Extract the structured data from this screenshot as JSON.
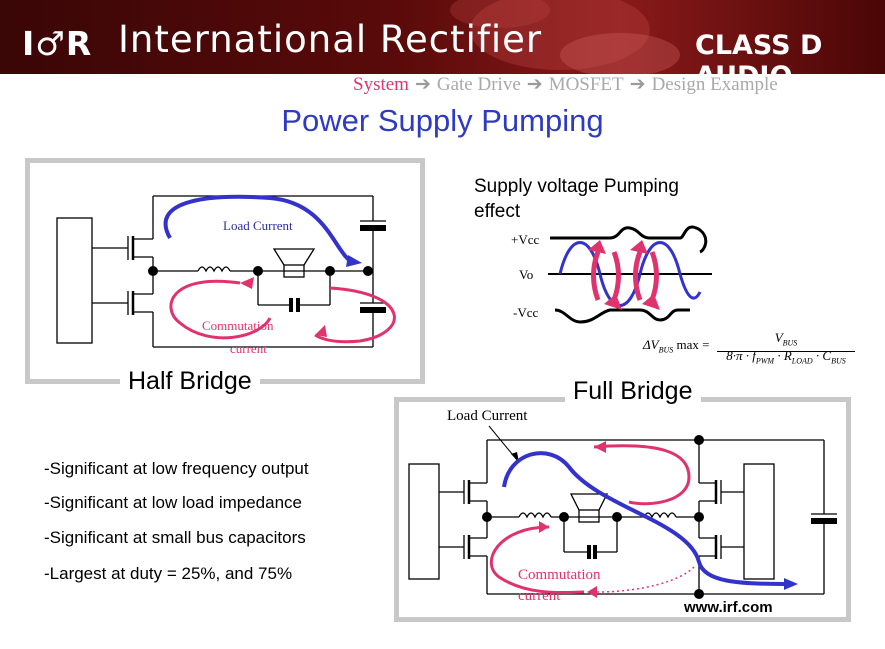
{
  "header": {
    "logo": "I♂R",
    "company": "International Rectifier",
    "badge": "CLASS D AUDIO"
  },
  "breadcrumb": {
    "items": [
      "System",
      "Gate Drive",
      "MOSFET",
      "Design Example"
    ],
    "arrow": "➔"
  },
  "title": "Power Supply Pumping",
  "half_bridge": {
    "label": "Half Bridge",
    "load_current": "Load Current",
    "commutation_line1": "Commutation",
    "commutation_line2": "current"
  },
  "full_bridge": {
    "label": "Full Bridge",
    "load_current": "Load Current",
    "commutation_line1": "Commutation",
    "commutation_line2": "current"
  },
  "pumping": {
    "title_line1": "Supply voltage Pumping",
    "title_line2": "effect",
    "plus_vcc": "+Vcc",
    "vo": "Vo",
    "minus_vcc": "-Vcc",
    "formula_lhs": "ΔV",
    "formula_lhs_sub": "BUS",
    "formula_lhs_tail": " max =",
    "formula_num": "V",
    "formula_num_sub": "BUS",
    "formula_den": "8·π · f",
    "formula_den_f_sub": "PWM",
    "formula_den_r": " · R",
    "formula_den_r_sub": "LOAD",
    "formula_den_c": " · C",
    "formula_den_c_sub": "BUS"
  },
  "bullets": [
    "-Significant at low frequency output",
    "-Significant at low load impedance",
    "-Significant at small bus capacitors",
    "-Largest at duty = 25%, and 75%"
  ],
  "footer": {
    "url": "www.irf.com"
  },
  "colors": {
    "title_blue": "#2e3bc0",
    "current_blue": "#3333cc",
    "current_pink": "#e0336e",
    "banner_dark": "#3a0808"
  }
}
